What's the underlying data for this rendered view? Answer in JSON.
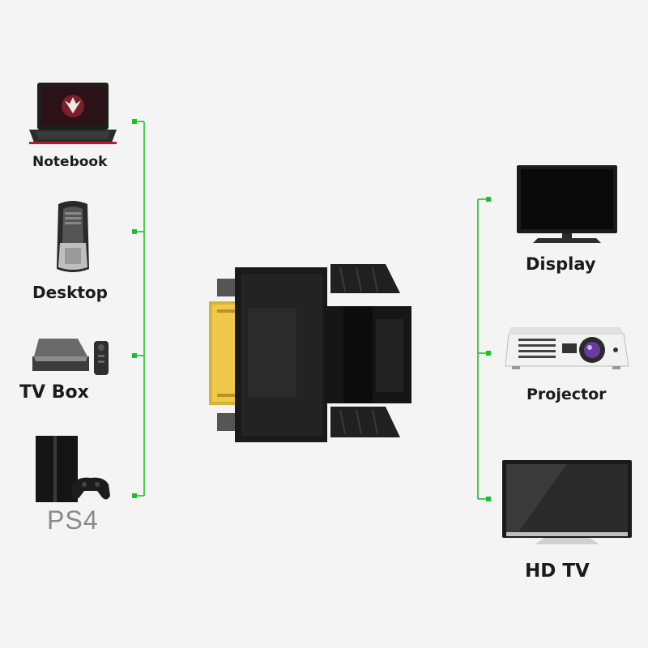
{
  "colors": {
    "connector_line": "#1fbf2a",
    "background": "#f4f4f4"
  },
  "sources": [
    {
      "label": "Notebook",
      "icon": "notebook-icon"
    },
    {
      "label": "Desktop",
      "icon": "desktop-tower-icon"
    },
    {
      "label": "TV Box",
      "icon": "tv-box-icon"
    },
    {
      "label": "PS4",
      "icon": "ps4-console-icon"
    }
  ],
  "adapter": {
    "icon": "dvi-to-hdmi-adapter-icon"
  },
  "outputs": [
    {
      "label": "Display",
      "icon": "monitor-icon"
    },
    {
      "label": "Projector",
      "icon": "projector-icon"
    },
    {
      "label": "HD TV",
      "icon": "hdtv-icon"
    }
  ]
}
